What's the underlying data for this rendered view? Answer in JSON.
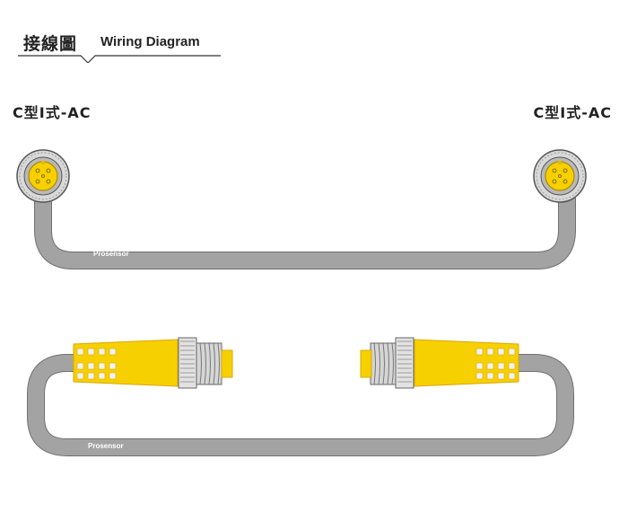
{
  "header": {
    "title_zh": "接線圖",
    "title_en": "Wiring Diagram"
  },
  "labels": {
    "left": "C型I式-AC",
    "right": "C型I式-AC"
  },
  "cables": {
    "top_brand": "Prosensor",
    "bottom_brand": "Prosensor"
  },
  "colors": {
    "cable": "#a3a3a3",
    "cable_outline": "#707070",
    "connector_yellow": "#f7d000",
    "connector_yellow_dark": "#d8a800",
    "metal": "#d6d6d6"
  }
}
